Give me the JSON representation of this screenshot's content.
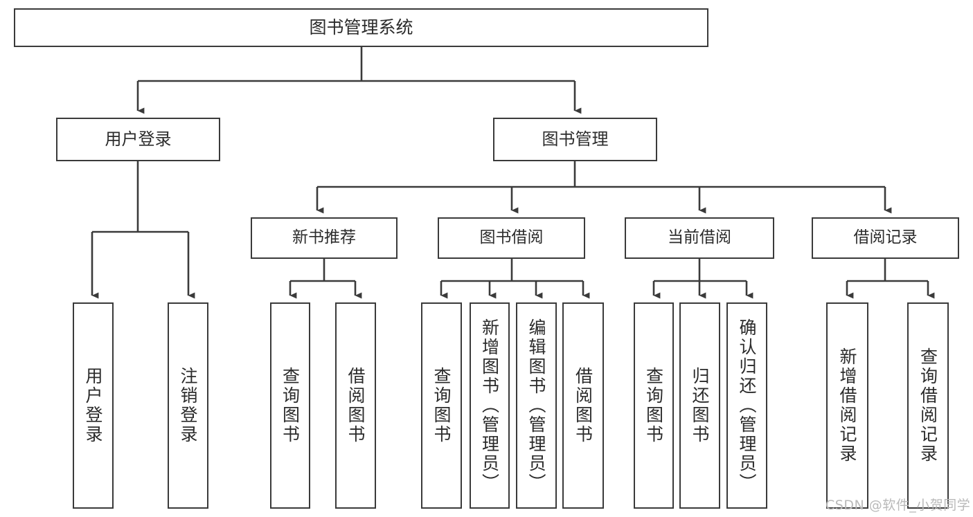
{
  "diagram": {
    "type": "tree-hierarchy",
    "title": "图书管理系统",
    "root": {
      "label": "图书管理系统"
    },
    "level2": [
      {
        "label": "用户登录"
      },
      {
        "label": "图书管理"
      }
    ],
    "level3": [
      {
        "label": "新书推荐"
      },
      {
        "label": "图书借阅"
      },
      {
        "label": "当前借阅"
      },
      {
        "label": "借阅记录"
      }
    ],
    "leaves": {
      "user_login": [
        {
          "label": "用户登录"
        },
        {
          "label": "注销登录"
        }
      ],
      "new_book_recommend": [
        {
          "label": "查询图书"
        },
        {
          "label": "借阅图书"
        }
      ],
      "book_borrow": [
        {
          "label": "查询图书"
        },
        {
          "label": "新增图书（管理员）"
        },
        {
          "label": "编辑图书（管理员）"
        },
        {
          "label": "借阅图书"
        }
      ],
      "current_borrow": [
        {
          "label": "查询图书"
        },
        {
          "label": "归还图书"
        },
        {
          "label": "确认归还（管理员）"
        }
      ],
      "borrow_record": [
        {
          "label": "新增借阅记录"
        },
        {
          "label": "查询借阅记录"
        }
      ]
    }
  },
  "watermark": {
    "text": "CSDN @软件_小贺同学"
  },
  "colors": {
    "background": "#ffffff",
    "stroke": "#3a3a3a",
    "text": "#2b2b2b",
    "watermark": "#b9b9b9"
  }
}
